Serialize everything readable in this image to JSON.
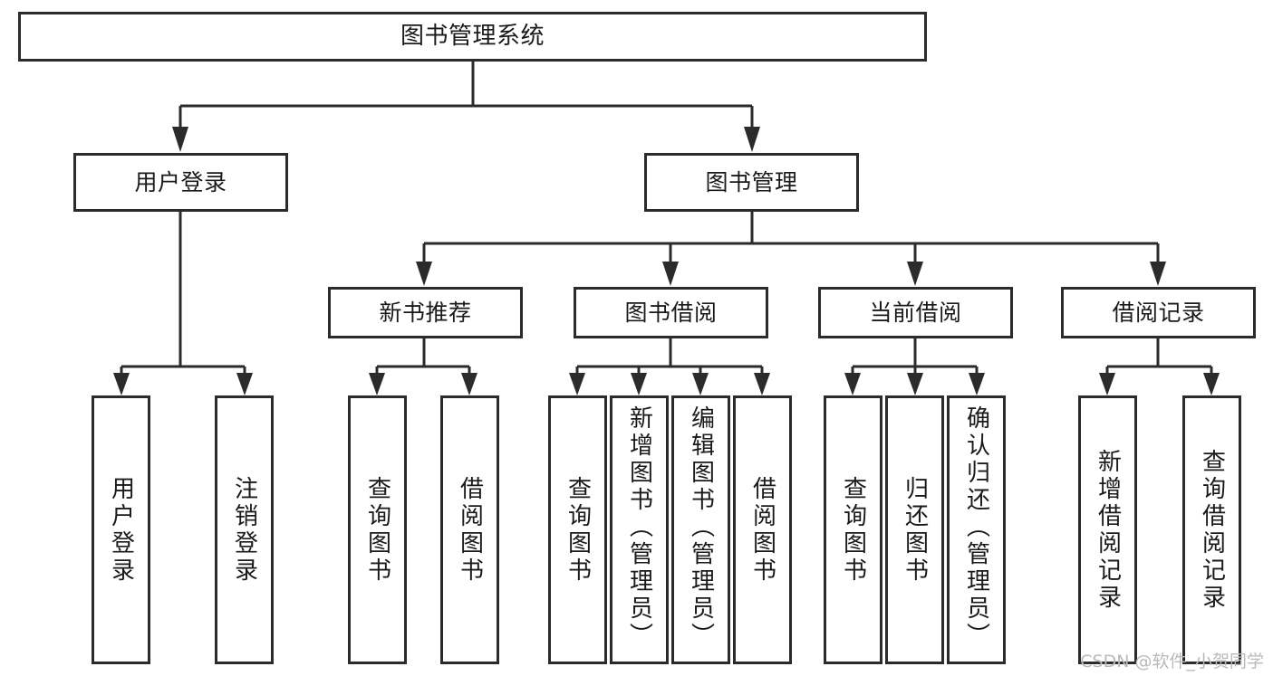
{
  "diagram": {
    "type": "tree",
    "title": "图书管理系统",
    "orientation": "top-down",
    "edge_style": "orthogonal-arrow",
    "colors": {
      "box_border": "#2b2b2b",
      "box_fill": "#ffffff",
      "line": "#2b2b2b",
      "text": "#1a1a1a",
      "background": "#ffffff",
      "watermark": "#b9b9b9"
    }
  },
  "root": {
    "label": "图书管理系统"
  },
  "level2": [
    {
      "label": "用户登录"
    },
    {
      "label": "图书管理"
    }
  ],
  "level3": [
    {
      "label": "新书推荐"
    },
    {
      "label": "图书借阅"
    },
    {
      "label": "当前借阅"
    },
    {
      "label": "借阅记录"
    }
  ],
  "leaves": {
    "user_login": [
      {
        "label": "用户登录"
      },
      {
        "label": "注销登录"
      }
    ],
    "new_book_recommend": [
      {
        "label": "查询图书"
      },
      {
        "label": "借阅图书"
      }
    ],
    "book_borrow": [
      {
        "label": "查询图书"
      },
      {
        "label": "新增图书（管理员）"
      },
      {
        "label": "编辑图书（管理员）"
      },
      {
        "label": "借阅图书"
      }
    ],
    "current_borrow": [
      {
        "label": "查询图书"
      },
      {
        "label": "归还图书"
      },
      {
        "label": "确认归还（管理员）"
      }
    ],
    "borrow_record": [
      {
        "label": "新增借阅记录"
      },
      {
        "label": "查询借阅记录"
      }
    ]
  },
  "watermark": {
    "text": "CSDN @软件_小贺同学"
  }
}
